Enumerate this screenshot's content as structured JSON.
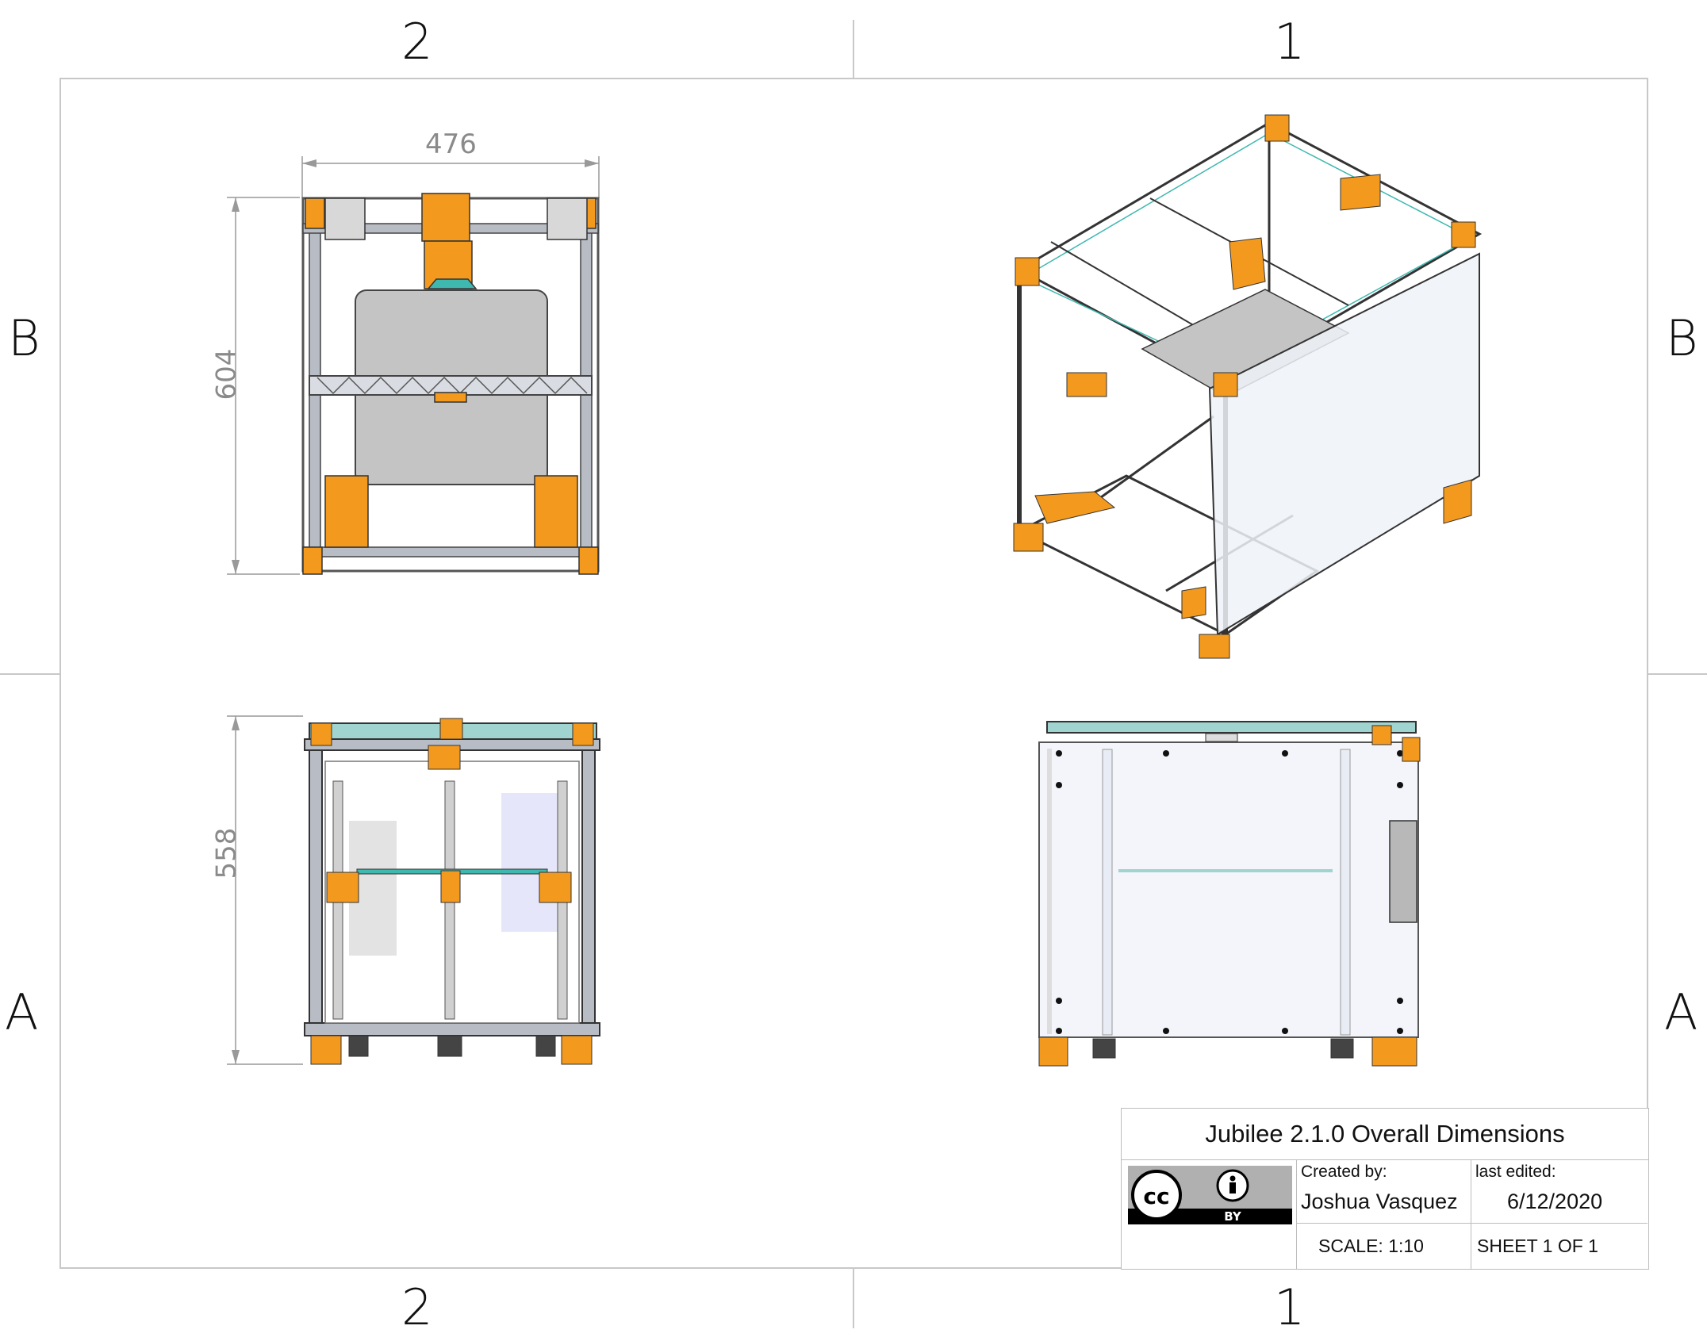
{
  "zones": {
    "top": [
      "2",
      "1"
    ],
    "bottom": [
      "2",
      "1"
    ],
    "left": [
      "B",
      "A"
    ],
    "right": [
      "B",
      "A"
    ]
  },
  "dimensions": {
    "front_width": "476",
    "front_height": "604",
    "side_height": "558"
  },
  "title_block": {
    "title": "Jubilee 2.1.0 Overall Dimensions",
    "created_by_label": "Created by:",
    "author": "Joshua Vasquez",
    "last_edited_label": "last edited:",
    "last_edited": "6/12/2020",
    "scale": "SCALE: 1:10",
    "sheet": "SHEET 1 OF 1",
    "license_logo": "cc-by-icon",
    "license_text": "BY"
  },
  "colors": {
    "frame": "#9a9ea6",
    "printed_parts": "#f39a1e",
    "bed": "#c4c4c4",
    "accent_teal": "#3fb8b0",
    "panel": "#e8eef8",
    "border": "#bdbdbd"
  }
}
